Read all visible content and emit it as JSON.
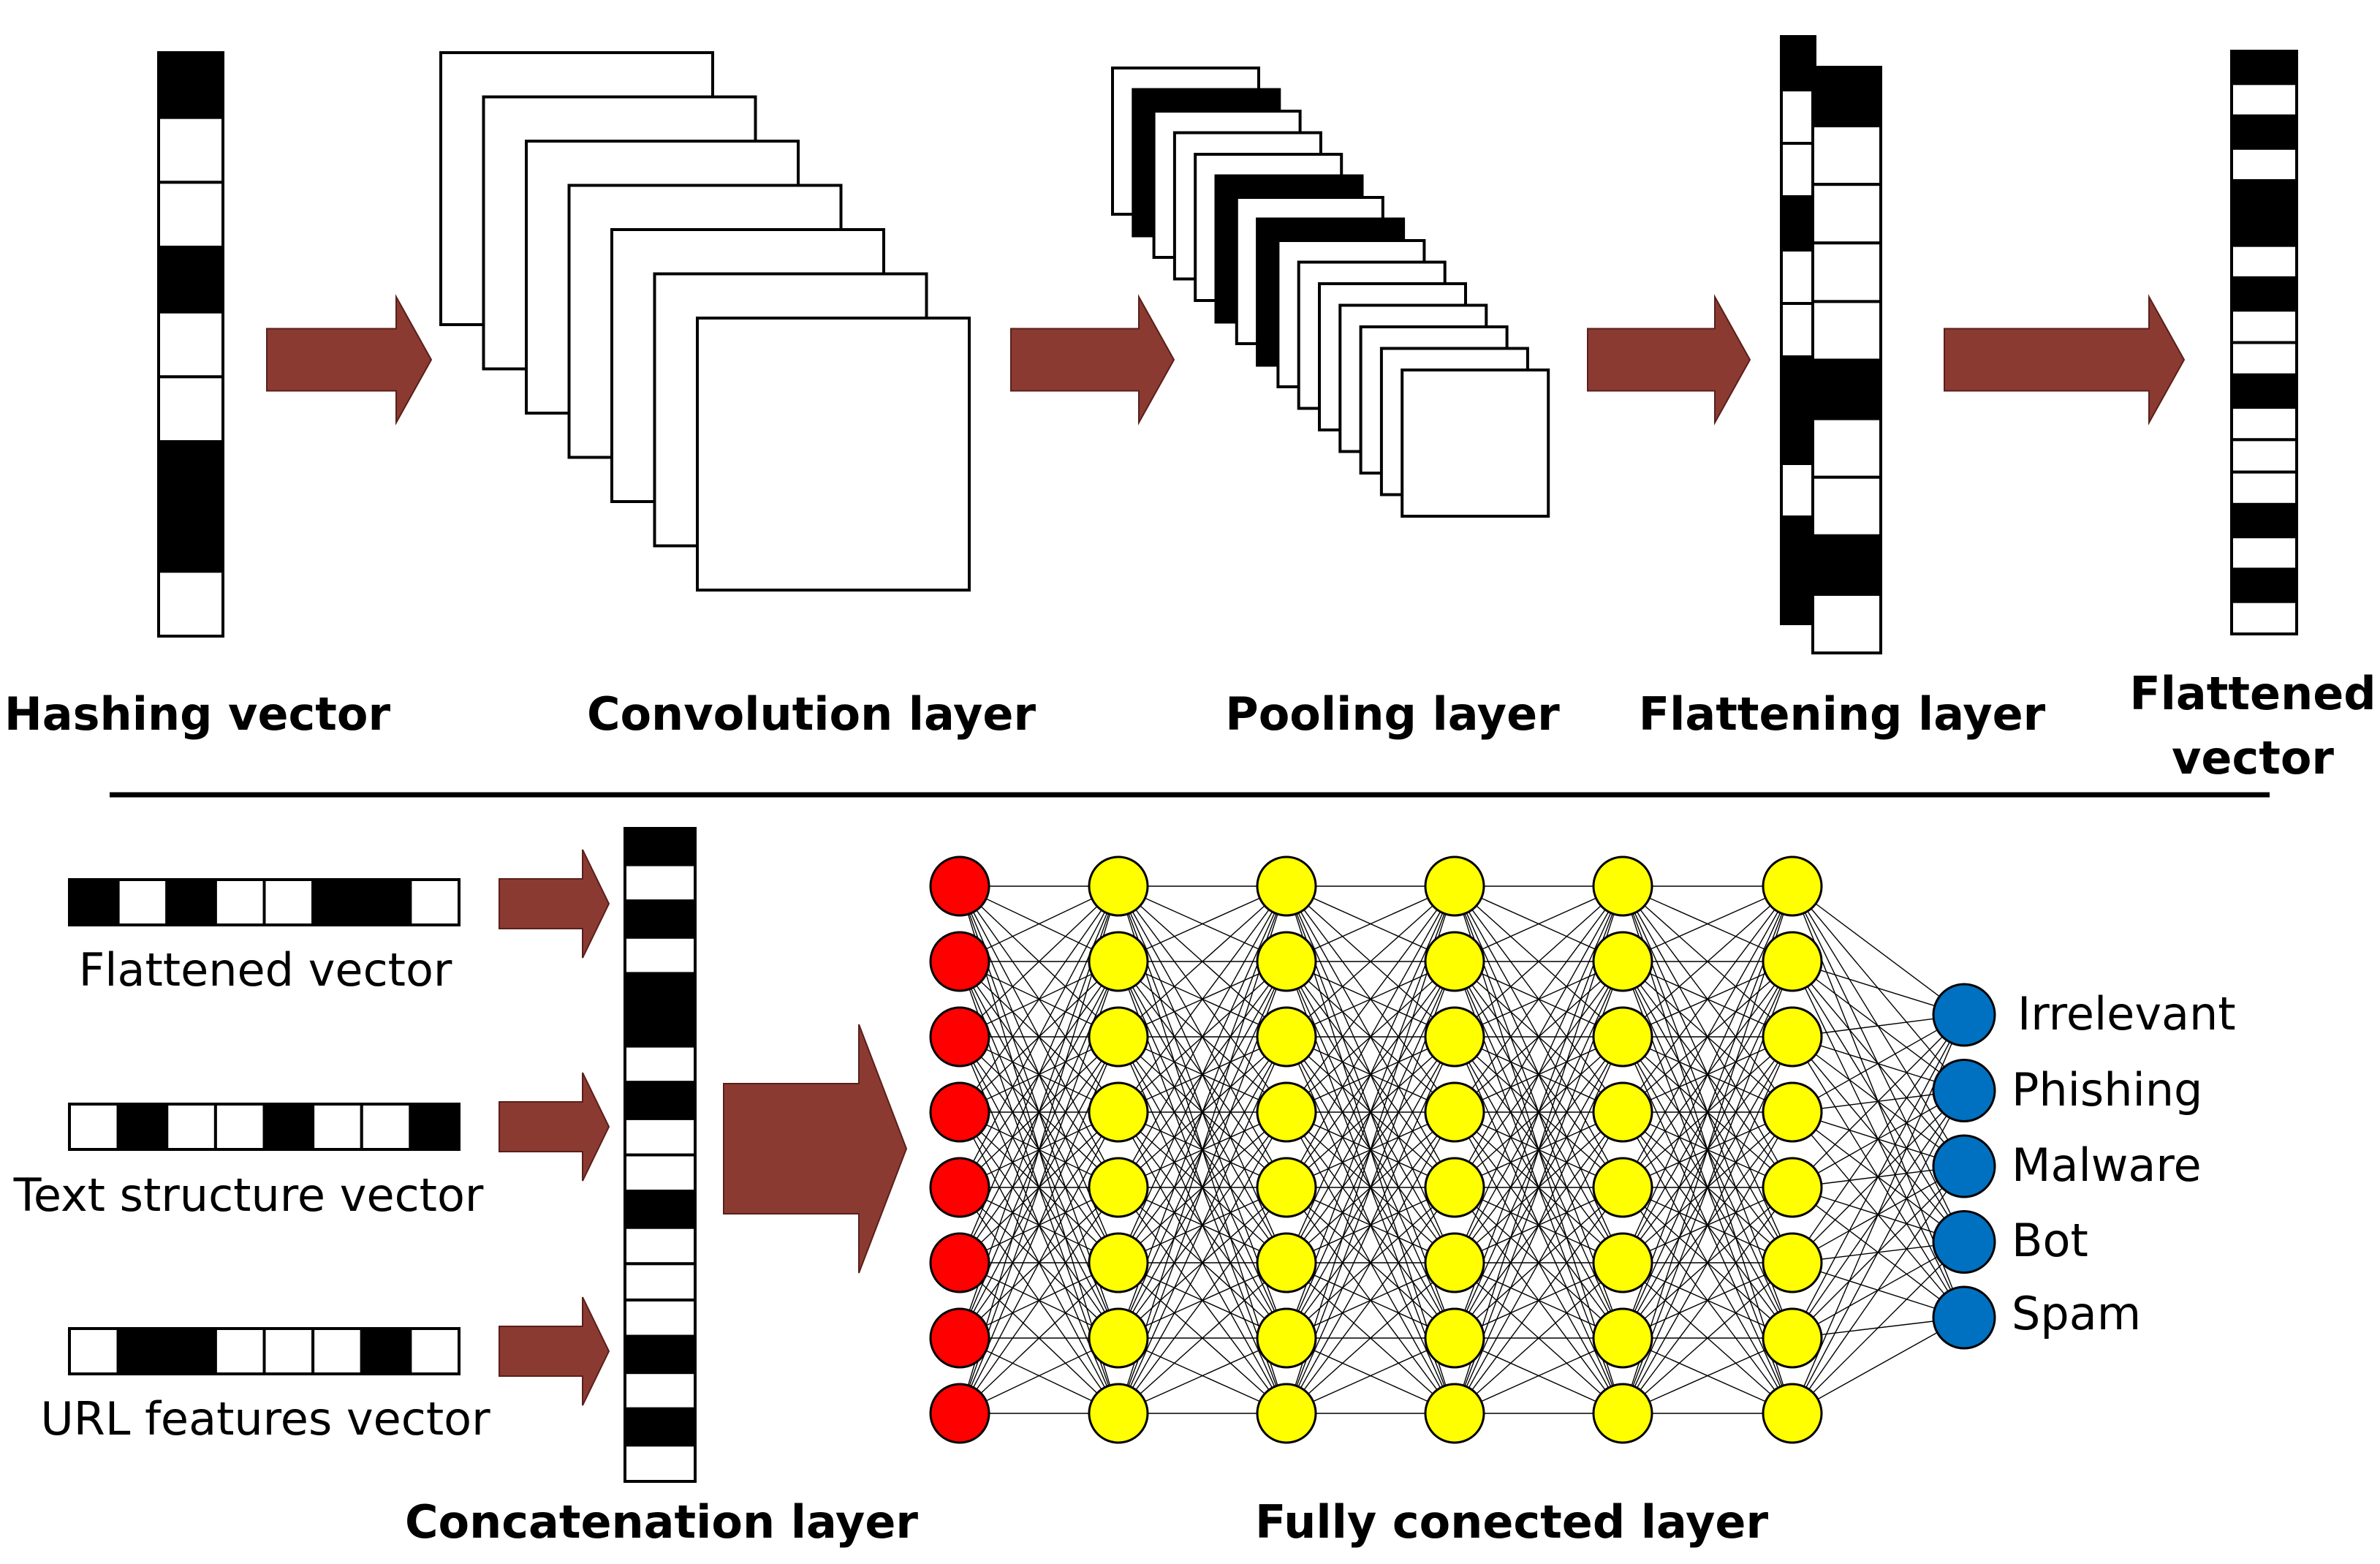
{
  "colors": {
    "arrow": "#8B3A32",
    "input_node": "#FF0000",
    "hidden_node": "#FFFF00",
    "output_node": "#0070C0",
    "cell_black": "#000000",
    "cell_white": "#FFFFFF"
  },
  "top_row": {
    "hashing_vector": {
      "label": "Hashing vector",
      "cells": [
        1,
        0,
        0,
        1,
        0,
        0,
        1,
        1,
        0
      ]
    },
    "convolution_layer": {
      "label": "Convolution layer"
    },
    "pooling_layer": {
      "label": "Pooling layer",
      "sheets": [
        0,
        1,
        0,
        0,
        0,
        1,
        0,
        1,
        0,
        0,
        0,
        0,
        0,
        0,
        0
      ]
    },
    "flattening_layer": {
      "label": "Flattening layer",
      "back_cells": [
        1,
        0,
        0,
        1,
        0,
        0,
        1,
        1,
        0,
        1,
        1
      ],
      "front_cells": [
        1,
        0,
        0,
        0,
        0,
        1,
        0,
        0,
        1,
        0
      ]
    },
    "flattened_vector": {
      "label_line1": "Flattened",
      "label_line2": "vector",
      "cells": [
        1,
        0,
        1,
        0,
        1,
        1,
        0,
        1,
        0,
        0,
        1,
        0,
        0,
        0,
        1,
        0,
        1,
        0
      ]
    }
  },
  "bottom_row": {
    "input_vectors": [
      {
        "label": "Flattened vector",
        "cells": [
          1,
          0,
          1,
          0,
          0,
          1,
          1,
          0
        ]
      },
      {
        "label": "Text structure vector",
        "cells": [
          0,
          1,
          0,
          0,
          1,
          0,
          0,
          1
        ]
      },
      {
        "label": "URL features vector",
        "cells": [
          0,
          1,
          1,
          0,
          0,
          0,
          1,
          0
        ]
      }
    ],
    "concatenation_layer": {
      "label": "Concatenation layer",
      "cells": [
        1,
        0,
        1,
        0,
        1,
        1,
        0,
        1,
        0,
        0,
        1,
        0,
        0,
        0,
        1,
        0,
        1,
        0
      ]
    },
    "fully_connected": {
      "label": "Fully conected layer",
      "input_nodes": 8,
      "hidden_layers": 5,
      "hidden_nodes": 8,
      "outputs": [
        "Irrelevant",
        "Phishing",
        "Malware",
        "Bot",
        "Spam"
      ]
    }
  }
}
